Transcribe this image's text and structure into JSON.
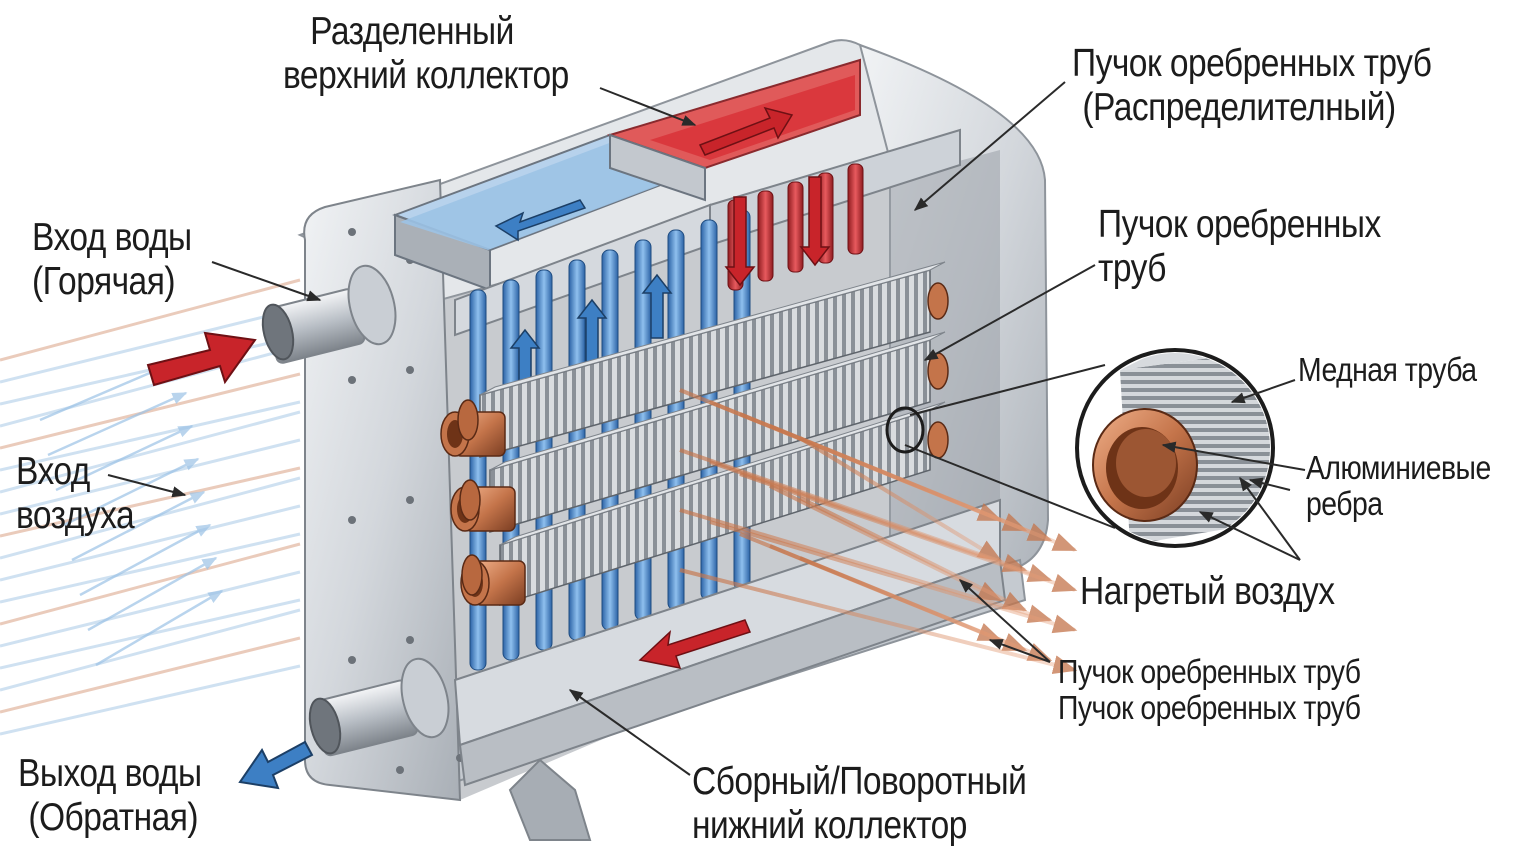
{
  "labels": {
    "top_collector": [
      "Разделенный",
      "верхний коллектор"
    ],
    "fin_bundle_distribution": [
      "Пучок оребренных труб",
      "(Распределителный)"
    ],
    "fin_bundle": [
      "Пучок оребренных",
      "труб"
    ],
    "water_in": [
      "Вход воды",
      "(Горячая)"
    ],
    "air_in": [
      "Вход",
      "воздуха"
    ],
    "copper_tube": "Медная труба",
    "aluminum_fins": [
      "Алюминиевые",
      "ребра"
    ],
    "heated_air": "Нагретый воздух",
    "fin_bundle_bottom": [
      "Пучок оребрeнных труб",
      "Пучок оребренных труб"
    ],
    "water_out": [
      "Выход воды",
      "(Обратная)"
    ],
    "bottom_collector": [
      "Сборный/Поворотный",
      "нижний коллектор"
    ]
  },
  "colors": {
    "hot": "#c8242a",
    "cold": "#3d7fc4",
    "copper": "#c4744a",
    "steel": "#cfd3d8",
    "steel_dark": "#8e949b",
    "water_blue": "#9cc3e6",
    "water_red": "#e05a5a",
    "fin": "#9a9fa6"
  }
}
